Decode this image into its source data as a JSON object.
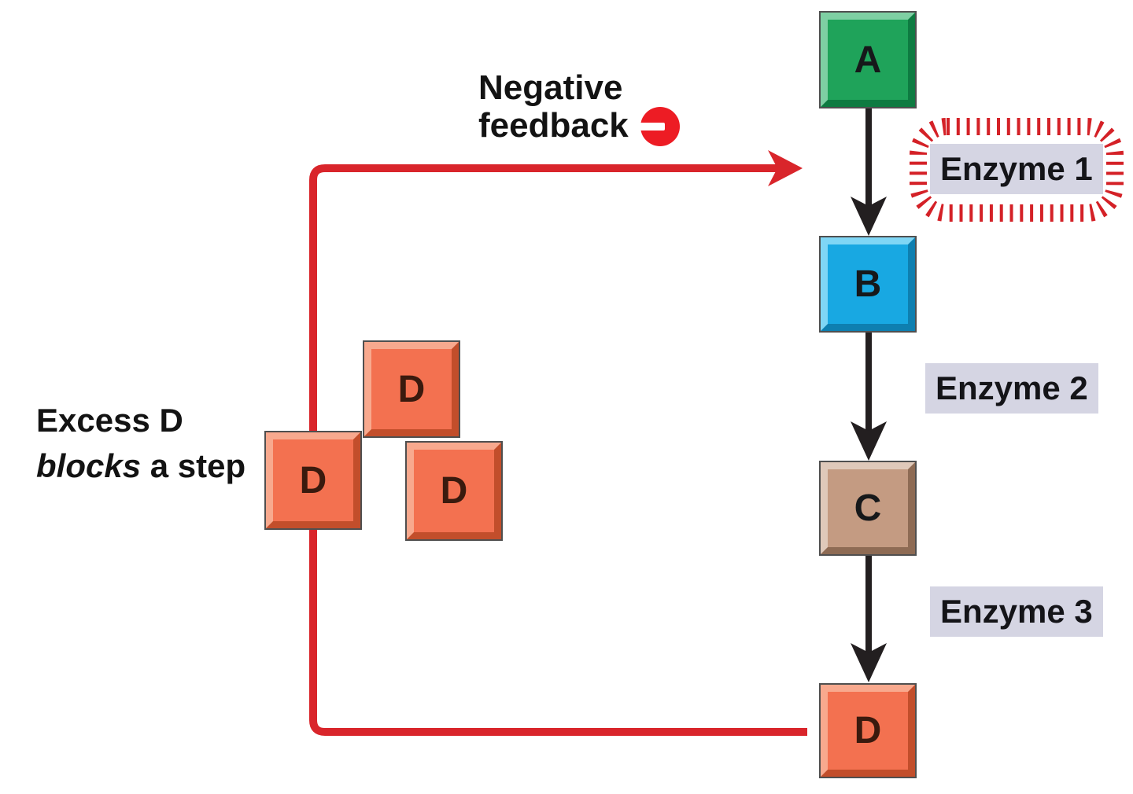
{
  "colors": {
    "background": "#ffffff",
    "feedback_red": "#d9252b",
    "minus_red": "#ed1c24",
    "dash_red": "#d42127",
    "arrow_black": "#231f20",
    "enzyme_label_bg": "#d5d5e3",
    "box_border": "#4f4f4f",
    "letter_dark": "#16181a",
    "letter_d": "#3a1a0e",
    "box_a_main": "#1fa35a",
    "box_a_light": "#7ecfa3",
    "box_a_dark": "#0e7b41",
    "box_b_main": "#18a8e2",
    "box_b_light": "#7fd6f5",
    "box_b_dark": "#0e7fb0",
    "box_c_main": "#c49b82",
    "box_c_light": "#dfc9ba",
    "box_c_dark": "#8e6b54",
    "box_d_main": "#f37150",
    "box_d_light": "#f8a98e",
    "box_d_dark": "#c24e2b"
  },
  "feedback": {
    "line1": "Negative",
    "line2": "feedback"
  },
  "excess_note": {
    "line1": "Excess D",
    "line2_italic": "blocks",
    "line2_rest": " a step"
  },
  "pathway": {
    "box_a": "A",
    "box_b": "B",
    "box_c": "C",
    "box_d": "D",
    "enzyme1": "Enzyme 1",
    "enzyme2": "Enzyme 2",
    "enzyme3": "Enzyme 3"
  },
  "excess_molecules": {
    "d1": "D",
    "d2": "D",
    "d3": "D"
  }
}
